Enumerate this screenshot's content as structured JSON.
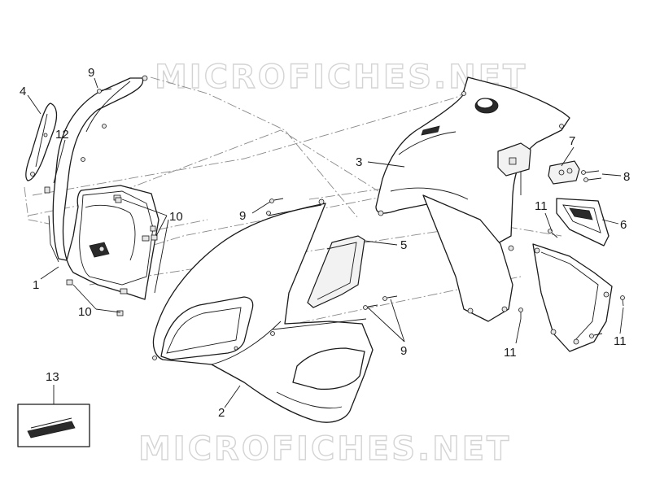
{
  "watermark": {
    "top_text": "MICROFICHES.NET",
    "bottom_text": "MICROFICHES.NET"
  },
  "callouts": [
    {
      "id": "c1",
      "label": "1"
    },
    {
      "id": "c2",
      "label": "2"
    },
    {
      "id": "c3",
      "label": "3"
    },
    {
      "id": "c4",
      "label": "4"
    },
    {
      "id": "c5",
      "label": "5"
    },
    {
      "id": "c6",
      "label": "6"
    },
    {
      "id": "c7",
      "label": "7"
    },
    {
      "id": "c8",
      "label": "8"
    },
    {
      "id": "c9a",
      "label": "9"
    },
    {
      "id": "c9b",
      "label": "9"
    },
    {
      "id": "c9c",
      "label": "9"
    },
    {
      "id": "c10a",
      "label": "10"
    },
    {
      "id": "c10b",
      "label": "10"
    },
    {
      "id": "c11a",
      "label": "11"
    },
    {
      "id": "c11b",
      "label": "11"
    },
    {
      "id": "c11c",
      "label": "11"
    },
    {
      "id": "c12",
      "label": "12"
    },
    {
      "id": "c13",
      "label": "13"
    }
  ],
  "colors": {
    "line": "#1a1a1a",
    "dash": "#8a8a8a",
    "watermark": "#d4d4d4"
  }
}
